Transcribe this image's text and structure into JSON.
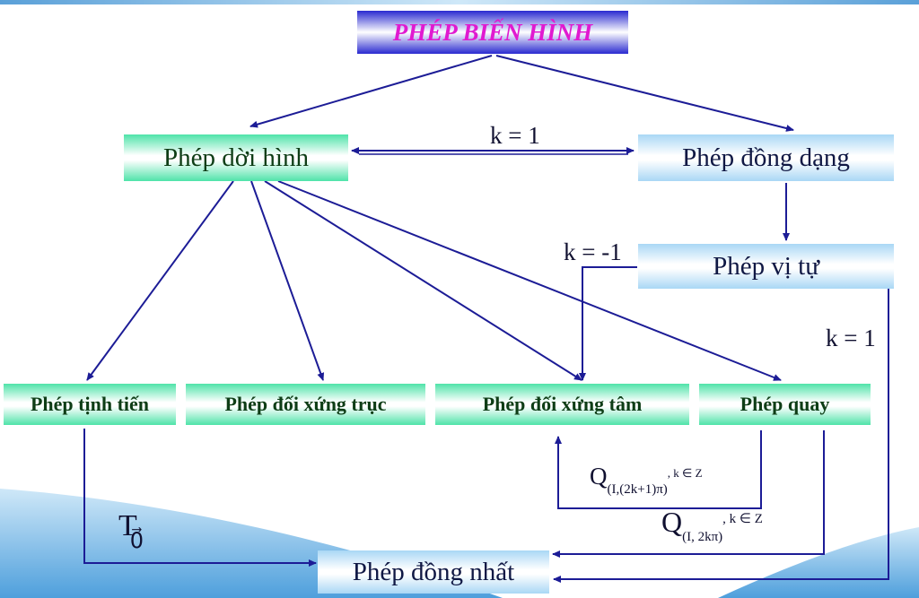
{
  "title": "PHÉP BIẾN HÌNH",
  "nodes": {
    "doi_hinh": "Phép dời hình",
    "dong_dang": "Phép đồng dạng",
    "vi_tu": "Phép vị tự",
    "tinh_tien": "Phép tịnh tiến",
    "doi_xung_truc": "Phép đối xứng trục",
    "doi_xung_tam": "Phép đối xứng tâm",
    "quay": "Phép quay",
    "dong_nhat": "Phép đồng nhất"
  },
  "labels": {
    "k1_top": "k = 1",
    "k_neg1": "k = -1",
    "k1_right": "k = 1",
    "t_main": "T",
    "t_sub": "0⃗",
    "q1_main": "Q",
    "q1_sub": "(I,(2k+1)π)",
    "q1_sup": ", k ∈ Z",
    "q2_main": "Q",
    "q2_sub": "(I, 2kπ)",
    "q2_sup": ", k ∈ Z"
  },
  "colors": {
    "line": "#1c1c96",
    "title_text": "#e01ad0"
  }
}
